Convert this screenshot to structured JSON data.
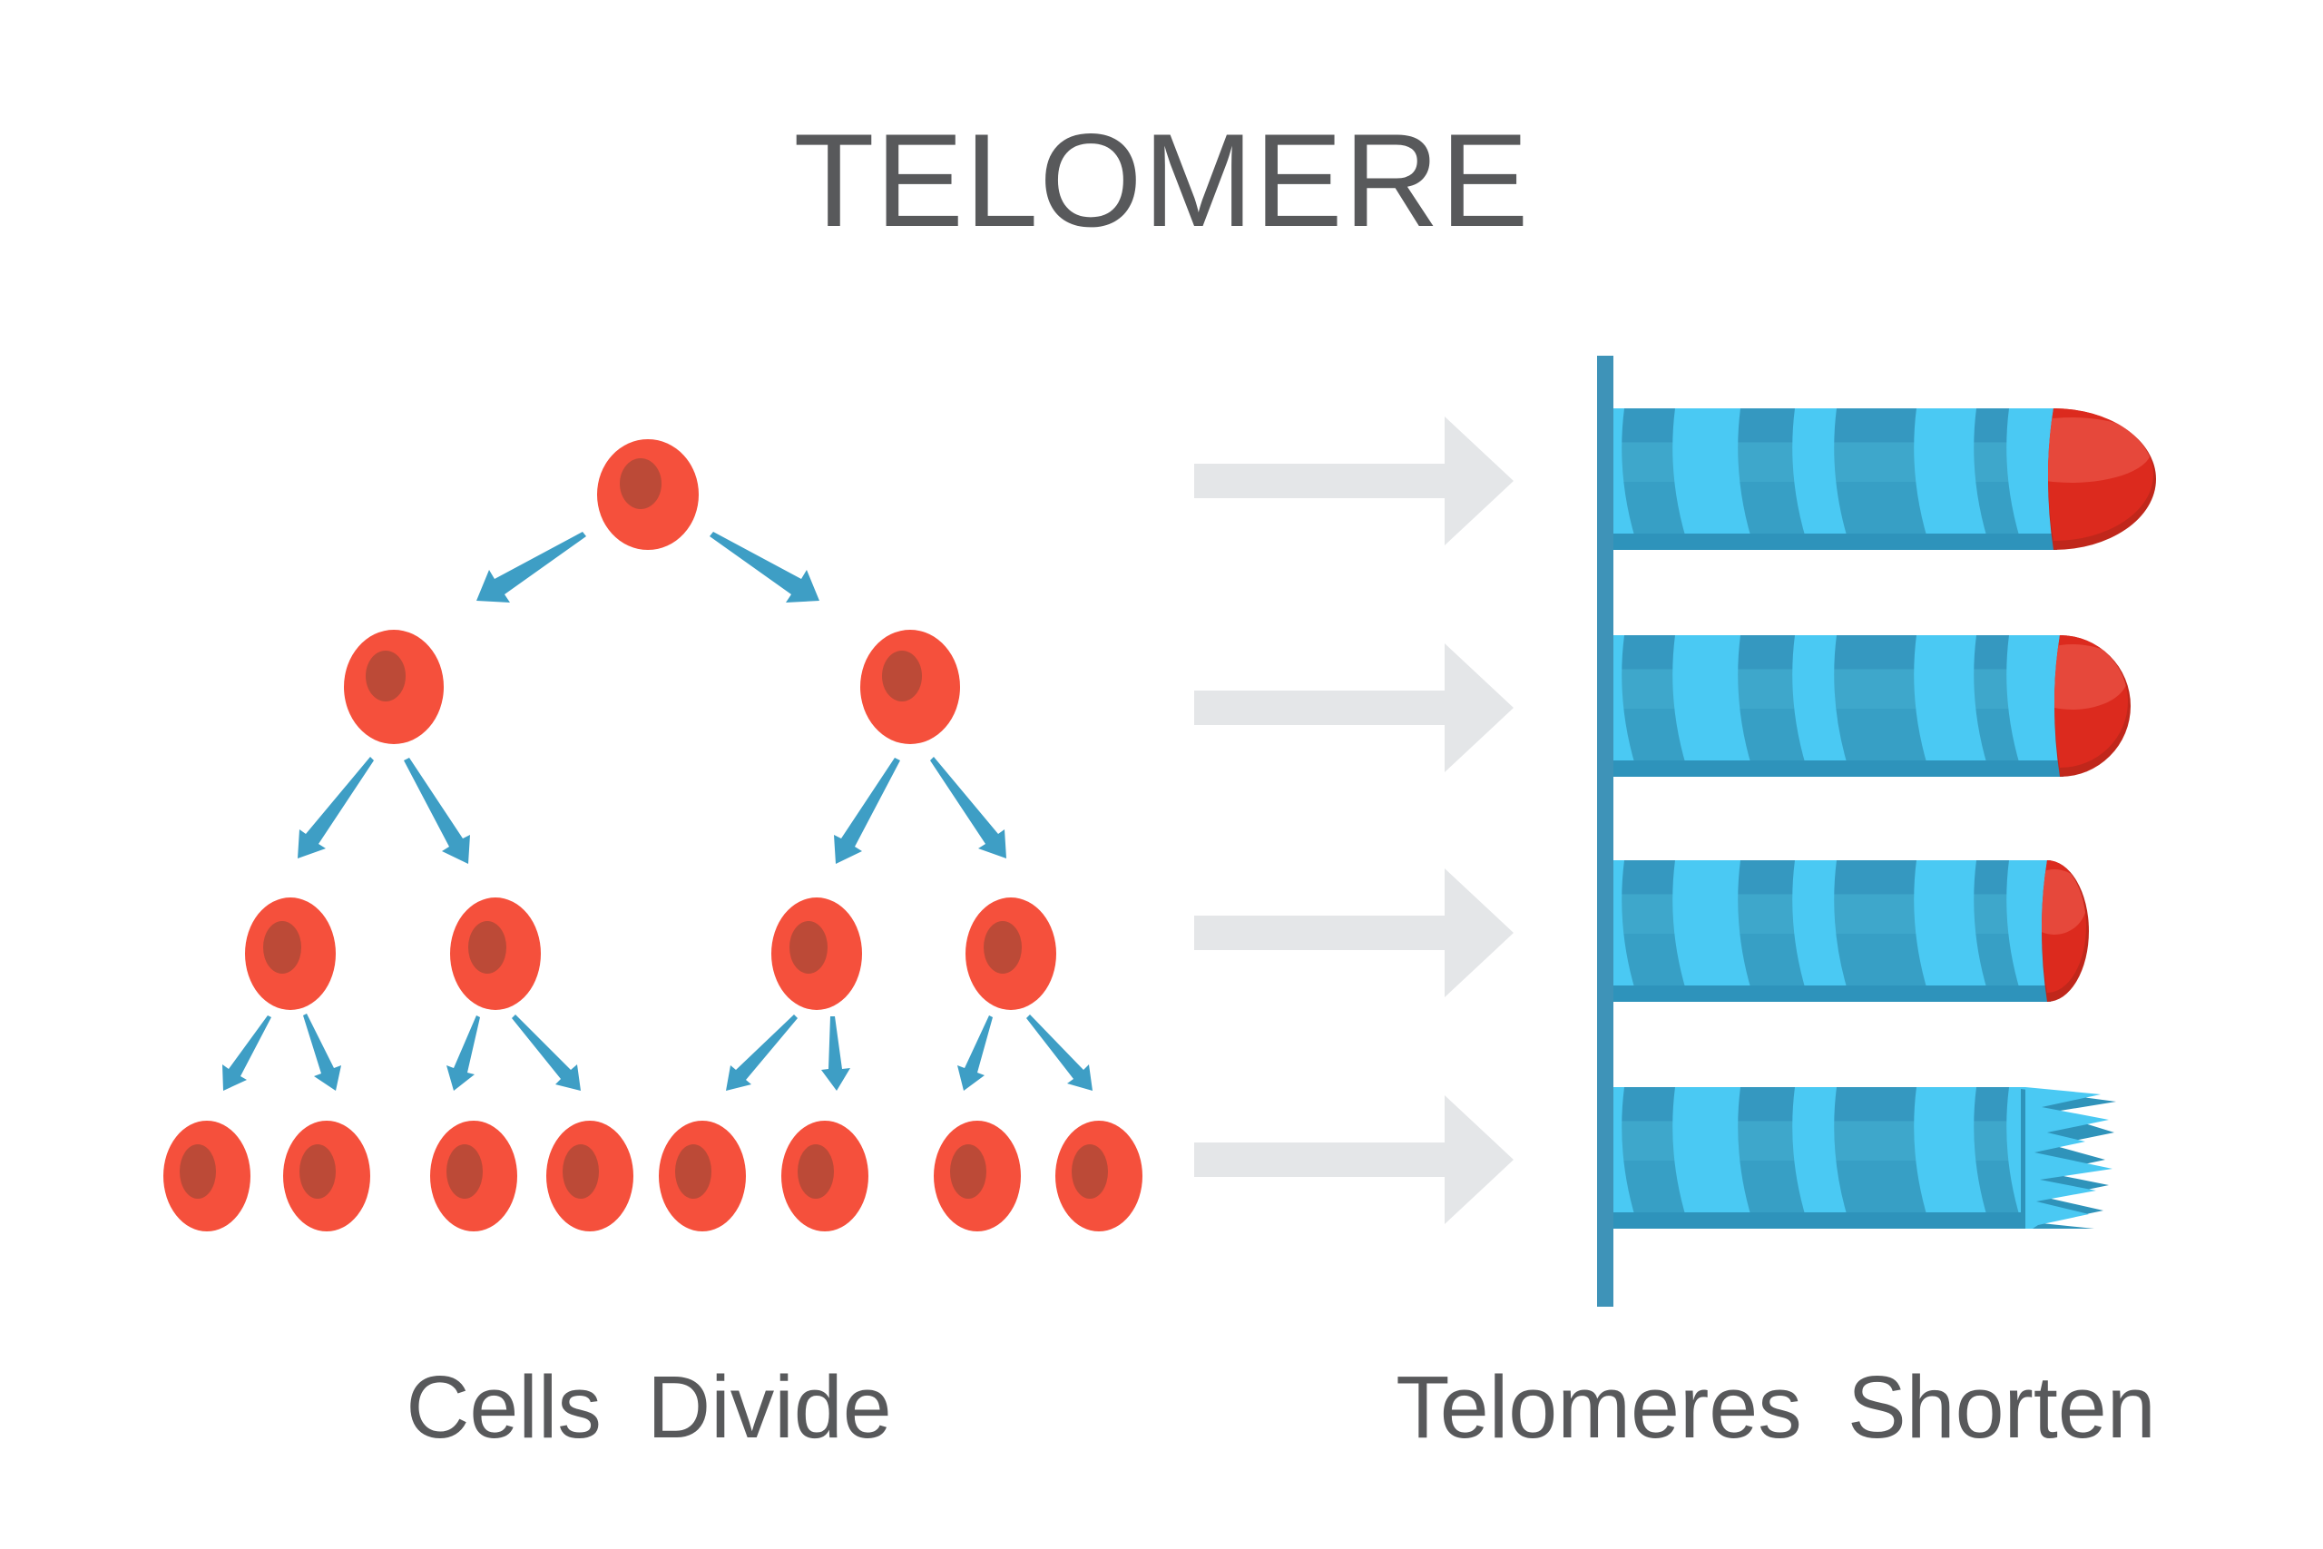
{
  "title": "TELOMERE",
  "panels": {
    "cells_divide": {
      "caption": "Cells Divide",
      "generations": [
        {
          "row": 1,
          "cells": 1
        },
        {
          "row": 2,
          "cells": 2
        },
        {
          "row": 3,
          "cells": 4
        },
        {
          "row": 4,
          "cells": 8
        }
      ]
    },
    "telomeres_shorten": {
      "caption": "Telomeres Shorten",
      "chromosomes": [
        {
          "index": 1,
          "telomere_state": "long-cap"
        },
        {
          "index": 2,
          "telomere_state": "shorter-cap"
        },
        {
          "index": 3,
          "telomere_state": "very-short-cap"
        },
        {
          "index": 4,
          "telomere_state": "frayed-no-cap"
        }
      ]
    }
  },
  "colors": {
    "background": "#FFFFFF",
    "label_text": "#58595B",
    "cell_body": "#F5503C",
    "cell_nucleus": "#BC4A37",
    "division_arrow": "#3E9EC5",
    "transition_arrow": "#E4E6E8",
    "backbone_bar": "#3E93B8",
    "chromatid_light": "#4AC9F3",
    "chromatid_stripe": "#3AA3C8",
    "chromatid_band": "#2E93BB",
    "frayed_shadow": "#2F93BA",
    "telomere_cap": "#DC2A1E",
    "telomere_cap_highlight": "#E6483B",
    "telomere_cap_rim": "#C0271B"
  }
}
